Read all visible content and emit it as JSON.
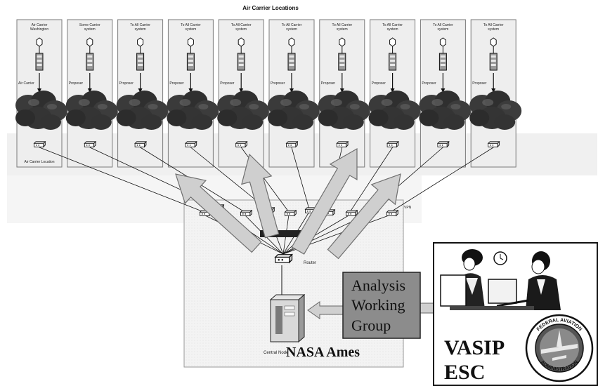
{
  "title": "Air Carrier Locations",
  "carriers": [
    {
      "name": "Air Carrier",
      "sub": "Washington",
      "site": "Air Carrier"
    },
    {
      "name": "Some Carrier",
      "sub": "system",
      "site": "Proposer"
    },
    {
      "name": "To All Carrier",
      "sub": "system",
      "site": "Proposer"
    },
    {
      "name": "To All Carrier",
      "sub": "system",
      "site": "Proposer"
    },
    {
      "name": "To All Carrier",
      "sub": "system",
      "site": "Proposer"
    },
    {
      "name": "To All Carrier",
      "sub": "system",
      "site": "Proposer"
    },
    {
      "name": "To All Carrier",
      "sub": "system",
      "site": "Proposer"
    },
    {
      "name": "To All Carrier",
      "sub": "system",
      "site": "Proposer"
    },
    {
      "name": "To All Carrier",
      "sub": "system",
      "site": "Proposer"
    },
    {
      "name": "To All Carrier",
      "sub": "system",
      "site": "Proposer"
    }
  ],
  "first_box_footer": "Air Carrier Location",
  "router_group_label": "VPN",
  "switch_label": "Router",
  "server_label": "Central Node",
  "nasa_label": "NASA Ames",
  "analysis_label": [
    "Analysis",
    "Working",
    "Group"
  ],
  "vasip_label": [
    "VASIP",
    "ESC"
  ],
  "seal_text": "FEDERAL AVIATION ADMINISTRATION",
  "colors": {
    "panel_fill": "#eeeeee",
    "panel_stroke": "#7a7a7a",
    "arrow_fill": "#cfcfcf",
    "arrow_stroke": "#6f6f6f",
    "analysis_box": "#8c8c8c",
    "cloud": "#3c3c3c"
  }
}
